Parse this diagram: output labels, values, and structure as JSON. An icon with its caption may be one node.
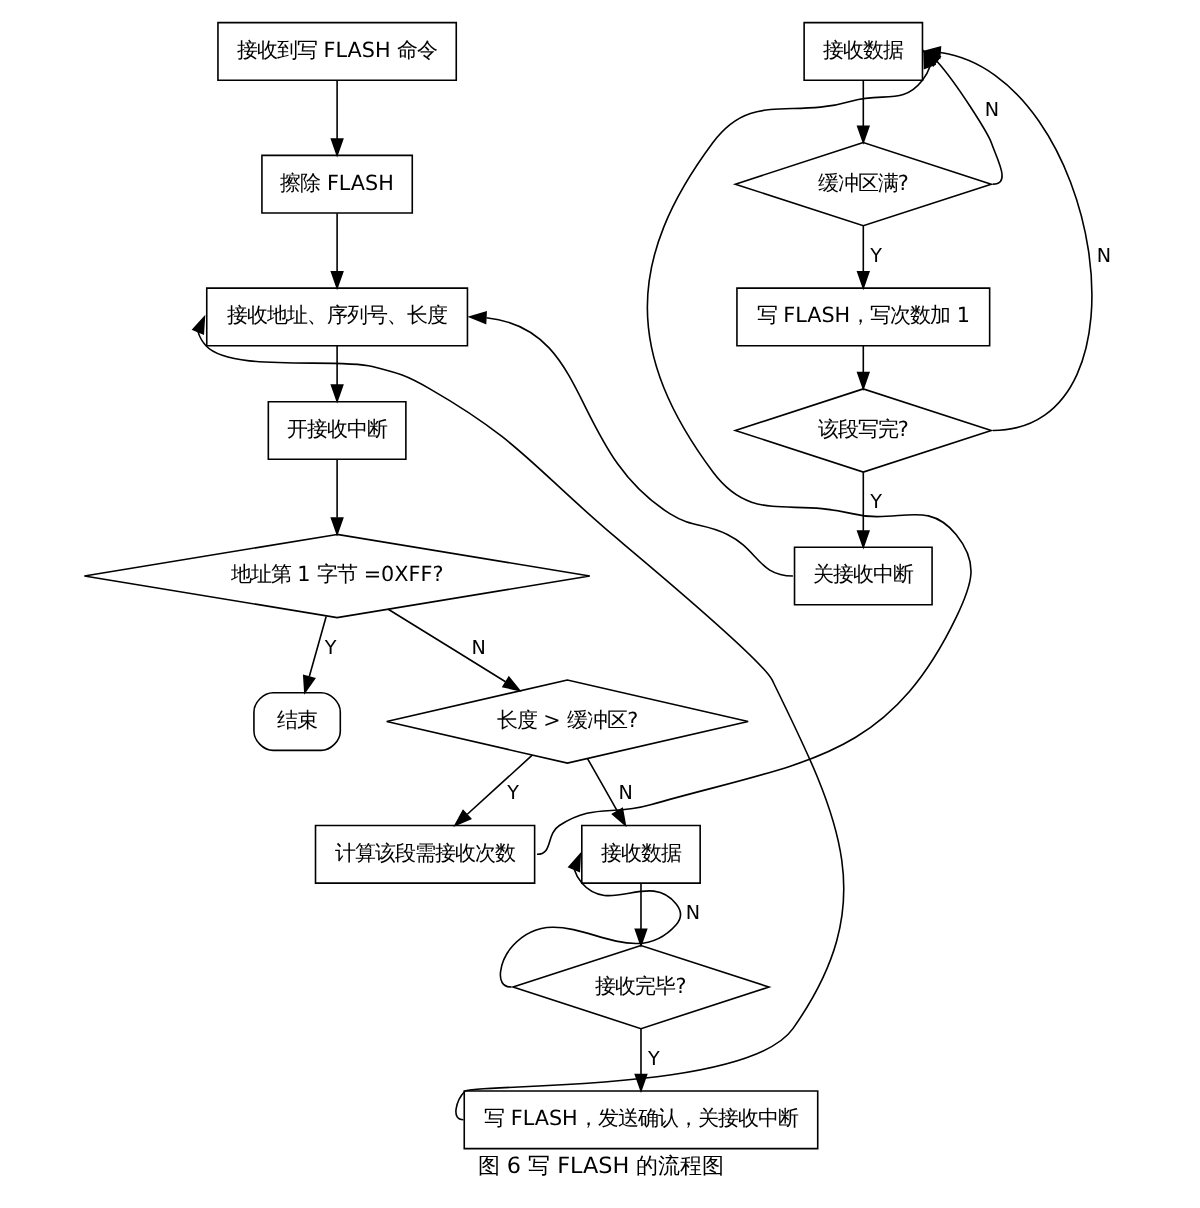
{
  "diagram": {
    "caption": "图 6 写 FLASH 的流程图",
    "nodes": [
      {
        "text": [
          "接收到写 FLASH 命令"
        ]
      },
      {
        "text": [
          "擦除 FLASH"
        ]
      },
      {
        "text": [
          "接收地址、序列号、长度"
        ]
      },
      {
        "text": [
          "开接收中断"
        ]
      },
      {
        "text": [
          "地址第 1 字节 =0XFF?"
        ]
      },
      {
        "text": [
          "结束"
        ]
      },
      {
        "text": [
          "长度 > 缓冲区?"
        ]
      },
      {
        "text": [
          "计算该段需接收次数"
        ]
      },
      {
        "text": [
          "接收数据"
        ]
      },
      {
        "text": [
          "接收完毕?"
        ]
      },
      {
        "text": [
          "写 FLASH，发送确认，关接收中断"
        ]
      },
      {
        "text": [
          "接收数据"
        ]
      },
      {
        "text": [
          "缓冲区满?"
        ]
      },
      {
        "text": [
          "写 FLASH，写次数加 1"
        ]
      },
      {
        "text": [
          "该段写完?"
        ]
      },
      {
        "text": [
          "关接收中断"
        ]
      }
    ],
    "edges": [
      {
        "from": 0,
        "to": 1,
        "arrow": "to"
      },
      {
        "from": 1,
        "to": 2,
        "arrow": "to"
      },
      {
        "from": 2,
        "to": 3,
        "arrow": "to"
      },
      {
        "from": 3,
        "to": 4,
        "arrow": "to"
      },
      {
        "from": 4,
        "to": 5,
        "arrow": "to",
        "label": "Y"
      },
      {
        "from": 4,
        "to": 6,
        "arrow": "to",
        "label": "N"
      },
      {
        "from": 6,
        "to": 8,
        "arrow": "to",
        "label": "N"
      },
      {
        "from": 6,
        "to": 7,
        "arrow": "to",
        "label": "Y"
      },
      {
        "from": 7,
        "to": 11,
        "arrow": "to"
      },
      {
        "from": 8,
        "to": 9,
        "arrow": "to"
      },
      {
        "from": 9,
        "to": 10,
        "arrow": "to",
        "label": "Y"
      },
      {
        "from": 9,
        "to": 8,
        "arrow": "to",
        "label": "N"
      },
      {
        "from": 10,
        "to": 2,
        "arrow": "to"
      },
      {
        "from": 11,
        "to": 12,
        "arrow": "to"
      },
      {
        "from": 12,
        "to": 13,
        "arrow": "to",
        "label": "Y"
      },
      {
        "from": 12,
        "to": 11,
        "arrow": "to",
        "label": "N"
      },
      {
        "from": 13,
        "to": 14,
        "arrow": "to"
      },
      {
        "from": 14,
        "to": 15,
        "arrow": "to",
        "label": "Y"
      },
      {
        "from": 14,
        "to": 11,
        "arrow": "to",
        "label": "N"
      },
      {
        "from": 15,
        "to": 2,
        "arrow": "to"
      }
    ]
  }
}
